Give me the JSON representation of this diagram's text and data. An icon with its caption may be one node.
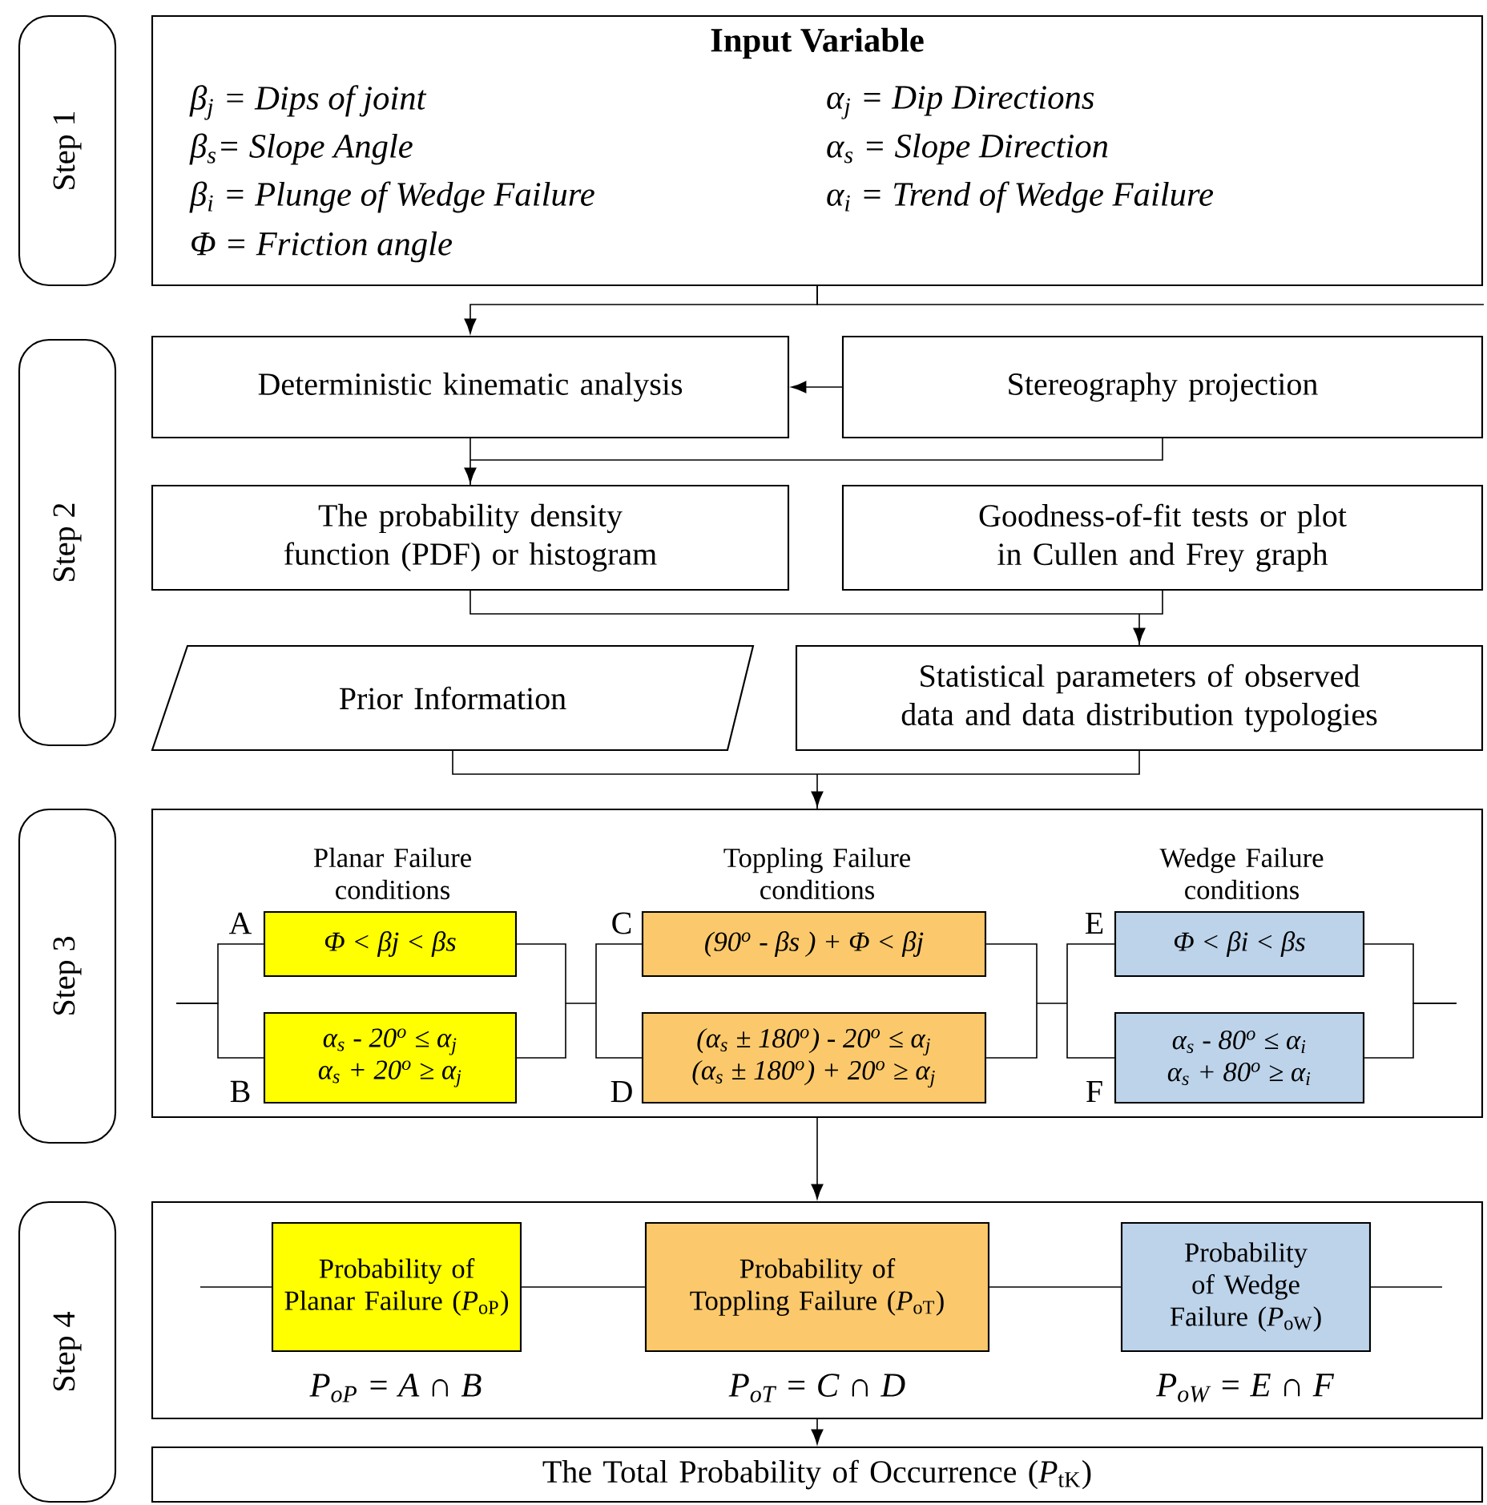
{
  "diagram": {
    "nodes": [
      {
        "text": [
          "Step 1"
        ]
      },
      {
        "text": [
          "Input Variable",
          "β$_{j}$ = Dips of joint",
          "α$_{j}$ = Dip Directions",
          "β$_{s}$= Slope Angle",
          "α$_{s}$ = Slope Direction",
          "β$_{i}$ = Plunge of Wedge Failure",
          "α$_{i}$ = Trend of Wedge Failure",
          "Φ = Friction angle"
        ]
      },
      {
        "text": [
          "Step 2"
        ]
      },
      {
        "text": [
          "Deterministic kinematic analysis"
        ]
      },
      {
        "text": [
          "Stereography projection"
        ]
      },
      {
        "text": [
          "The probability density function (PDF) or histogram"
        ]
      },
      {
        "text": [
          "Goodness-of-fit tests or plot in Cullen and Frey graph"
        ]
      },
      {
        "text": [
          "Prior Information"
        ]
      },
      {
        "text": [
          "Statistical parameters of observed data and data distribution typologies"
        ]
      },
      {
        "text": [
          "Step 3"
        ]
      },
      {
        "text": [
          "Planar Failure conditions",
          "Toppling Failure conditions",
          "Wedge Failure conditions"
        ]
      },
      {
        "text": [
          "Φ < βj < βs"
        ],
        "in": 10,
        "beside": [
          "A"
        ]
      },
      {
        "text": [
          "α$_{s}$ - 20$^{o}$ ≤ α$_{j}$",
          "α$_{s}$ + 20$^{o}$ ≥ α$_{j}$"
        ],
        "in": 10,
        "beside": [
          "B"
        ]
      },
      {
        "text": [
          "(90$^{o}$ - βs ) + Φ < βj"
        ],
        "in": 10,
        "beside": [
          "C"
        ]
      },
      {
        "text": [
          "(α$_{s}$ ± 180$^{o}$) - 20$^{o}$ ≤ α$_{j}$",
          "(α$_{s}$ ± 180$^{o}$) + 20$^{o}$ ≥ α$_{j}$"
        ],
        "in": 10,
        "beside": [
          "D"
        ]
      },
      {
        "text": [
          "Φ < βi < βs"
        ],
        "in": 10,
        "beside": [
          "E"
        ]
      },
      {
        "text": [
          "α$_{s}$ - 80$^{o}$ ≤ α$_{i}$",
          "α$_{s}$ + 80$^{o}$ ≥ α$_{i}$"
        ],
        "in": 10,
        "beside": [
          "F"
        ]
      },
      {
        "text": [
          "Step 4"
        ]
      },
      {
        "text": [],
        "shape": "box"
      },
      {
        "text": [
          "Probability of Planar Failure (*P*$_{oP}$)"
        ],
        "in": 18,
        "beside": [
          "P$_{oP}$ = A ∩ B"
        ]
      },
      {
        "text": [
          "Probability of Toppling Failure (*P*$_{oT}$)"
        ],
        "in": 18,
        "beside": [
          "P$_{oT}$ = C ∩ D"
        ]
      },
      {
        "text": [
          "Probability of Wedge Failure (*P*$_{oW}$)"
        ],
        "in": 18,
        "beside": [
          "P$_{oW}$ = E ∩ F"
        ]
      },
      {
        "text": [
          "The Total Probability of Occurrence (*P*$_{tK}$)"
        ]
      }
    ],
    "edges": [
      {
        "from": 1,
        "to": 3,
        "arrow": "to"
      },
      {
        "from": 1,
        "to": null,
        "arrow": "none"
      },
      {
        "from": 4,
        "to": 3,
        "arrow": "to"
      },
      {
        "from": 3,
        "to": 5,
        "arrow": "to"
      },
      {
        "from": 4,
        "to": 5,
        "arrow": "to"
      },
      {
        "from": 5,
        "to": 8,
        "arrow": "to"
      },
      {
        "from": 6,
        "to": 8,
        "arrow": "to"
      },
      {
        "from": 7,
        "to": 10,
        "arrow": "to"
      },
      {
        "from": 8,
        "to": 10,
        "arrow": "to"
      },
      {
        "from": 11,
        "to": 13,
        "arrow": "none"
      },
      {
        "from": 11,
        "to": 14,
        "arrow": "none"
      },
      {
        "from": 12,
        "to": 13,
        "arrow": "none"
      },
      {
        "from": 12,
        "to": 14,
        "arrow": "none"
      },
      {
        "from": 13,
        "to": 15,
        "arrow": "none"
      },
      {
        "from": 13,
        "to": 16,
        "arrow": "none"
      },
      {
        "from": 14,
        "to": 15,
        "arrow": "none"
      },
      {
        "from": 14,
        "to": 16,
        "arrow": "none"
      },
      {
        "from": null,
        "to": 11,
        "arrow": "none"
      },
      {
        "from": null,
        "to": 12,
        "arrow": "none"
      },
      {
        "from": 15,
        "to": null,
        "arrow": "none"
      },
      {
        "from": 16,
        "to": null,
        "arrow": "none"
      },
      {
        "from": 10,
        "to": 18,
        "arrow": "to"
      },
      {
        "from": null,
        "to": 19,
        "arrow": "none"
      },
      {
        "from": 19,
        "to": 20,
        "arrow": "none"
      },
      {
        "from": 20,
        "to": 21,
        "arrow": "none"
      },
      {
        "from": 21,
        "to": null,
        "arrow": "none"
      },
      {
        "from": 18,
        "to": 22,
        "arrow": "to"
      }
    ]
  }
}
